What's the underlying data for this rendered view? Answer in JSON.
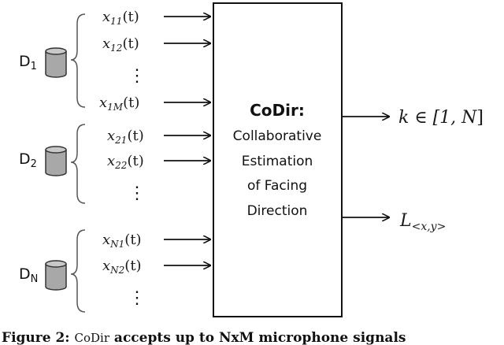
{
  "devices": [
    {
      "label": "D",
      "sub": "1",
      "signals": [
        {
          "base": "x",
          "sub": "11",
          "arg": "(t)"
        },
        {
          "base": "x",
          "sub": "12",
          "arg": "(t)"
        },
        {
          "base": "x",
          "sub": "1M",
          "arg": "(t)"
        }
      ]
    },
    {
      "label": "D",
      "sub": "2",
      "signals": [
        {
          "base": "x",
          "sub": "21",
          "arg": "(t)"
        },
        {
          "base": "x",
          "sub": "22",
          "arg": "(t)"
        }
      ]
    },
    {
      "label": "D",
      "sub": "N",
      "signals": [
        {
          "base": "x",
          "sub": "N1",
          "arg": "(t)"
        },
        {
          "base": "x",
          "sub": "N2",
          "arg": "(t)"
        }
      ]
    }
  ],
  "ellipsis": "⋮",
  "box": {
    "title": "CoDir:",
    "lines": [
      "Collaborative",
      "Estimation",
      "of Facing",
      "Direction"
    ]
  },
  "outputs": {
    "k": {
      "base": "k ∈ [1, ",
      "n": "N",
      "close": "]"
    },
    "l": {
      "base": "L",
      "sub": "<x,y>"
    }
  },
  "caption": {
    "prefix": "Figure 2: ",
    "name": "CoDir",
    "rest": " accepts up to NxM microphone signals"
  }
}
